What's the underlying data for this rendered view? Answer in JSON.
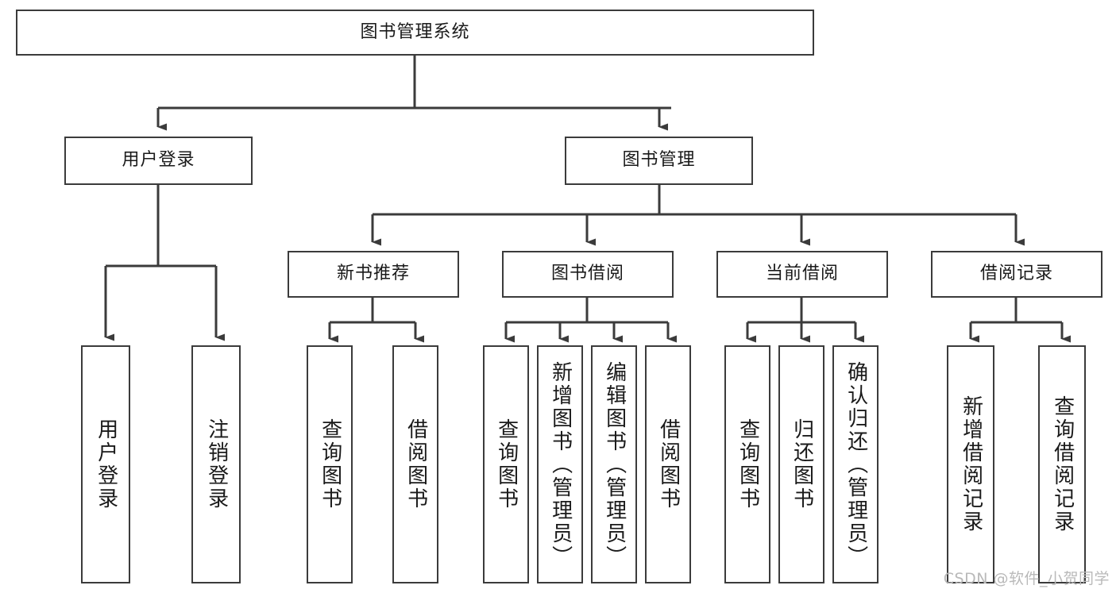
{
  "diagram": {
    "title": "图书管理系统",
    "type": "tree-hierarchy-diagram",
    "colors": {
      "node_border": "#3b3b3b",
      "node_fill": "#ffffff",
      "edge": "#3b3b3b",
      "text": "#1a1a1a",
      "watermark": "#b9b9b9",
      "background": "#ffffff"
    },
    "root": {
      "id": "root",
      "label": "图书管理系统"
    },
    "level2": [
      {
        "id": "user-login",
        "label": "用户登录"
      },
      {
        "id": "book-manage",
        "label": "图书管理"
      }
    ],
    "level3": [
      {
        "id": "new-book-recommend",
        "label": "新书推荐",
        "parent": "book-manage"
      },
      {
        "id": "book-borrow",
        "label": "图书借阅",
        "parent": "book-manage"
      },
      {
        "id": "current-borrow",
        "label": "当前借阅",
        "parent": "book-manage"
      },
      {
        "id": "borrow-record",
        "label": "借阅记录",
        "parent": "book-manage"
      }
    ],
    "leaves": [
      {
        "id": "leaf-user-login",
        "label": "用户登录",
        "parent": "user-login"
      },
      {
        "id": "leaf-user-logout",
        "label": "注销登录",
        "parent": "user-login"
      },
      {
        "id": "leaf-query-book-1",
        "label": "查询图书",
        "parent": "new-book-recommend"
      },
      {
        "id": "leaf-borrow-book-1",
        "label": "借阅图书",
        "parent": "new-book-recommend"
      },
      {
        "id": "leaf-query-book-2",
        "label": "查询图书",
        "parent": "book-borrow"
      },
      {
        "id": "leaf-add-book",
        "label": "新增图书（管理员）",
        "parent": "book-borrow"
      },
      {
        "id": "leaf-edit-book",
        "label": "编辑图书（管理员）",
        "parent": "book-borrow"
      },
      {
        "id": "leaf-borrow-book-2",
        "label": "借阅图书",
        "parent": "book-borrow"
      },
      {
        "id": "leaf-query-book-3",
        "label": "查询图书",
        "parent": "current-borrow"
      },
      {
        "id": "leaf-return-book",
        "label": "归还图书",
        "parent": "current-borrow"
      },
      {
        "id": "leaf-confirm-return",
        "label": "确认归还（管理员）",
        "parent": "current-borrow"
      },
      {
        "id": "leaf-add-record",
        "label": "新增借阅记录",
        "parent": "borrow-record"
      },
      {
        "id": "leaf-query-record",
        "label": "查询借阅记录",
        "parent": "borrow-record"
      }
    ],
    "watermark": "CSDN @软件_小贺同学"
  }
}
